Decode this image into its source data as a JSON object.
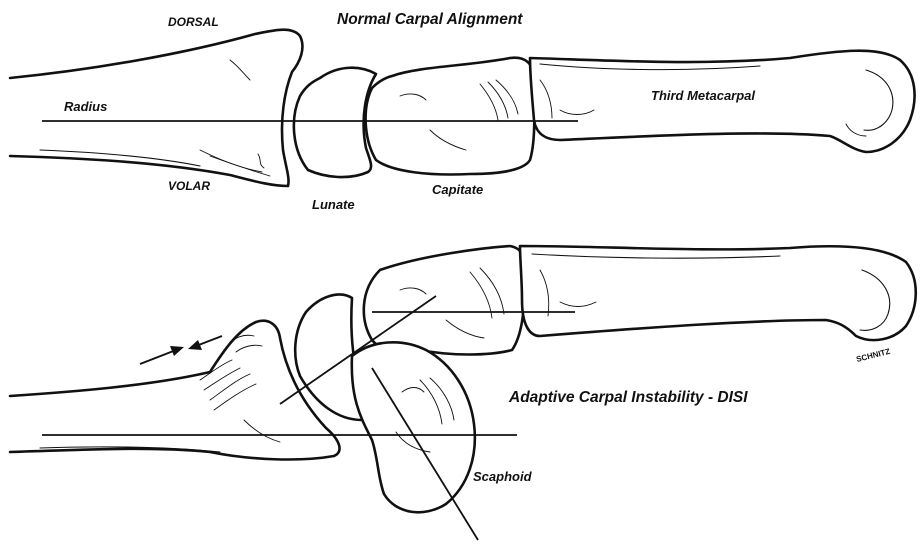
{
  "top_panel": {
    "title": "Normal Carpal Alignment",
    "orientation_dorsal": "DORSAL",
    "orientation_volar": "VOLAR",
    "radius_label": "Radius",
    "metacarpal_label": "Third  Metacarpal",
    "lunate_label": "Lunate",
    "capitate_label": "Capitate"
  },
  "bottom_panel": {
    "title": "Adaptive Carpal Instability - DISI",
    "scaphoid_label": "Scaphoid",
    "signature": "SCHNITZ"
  }
}
